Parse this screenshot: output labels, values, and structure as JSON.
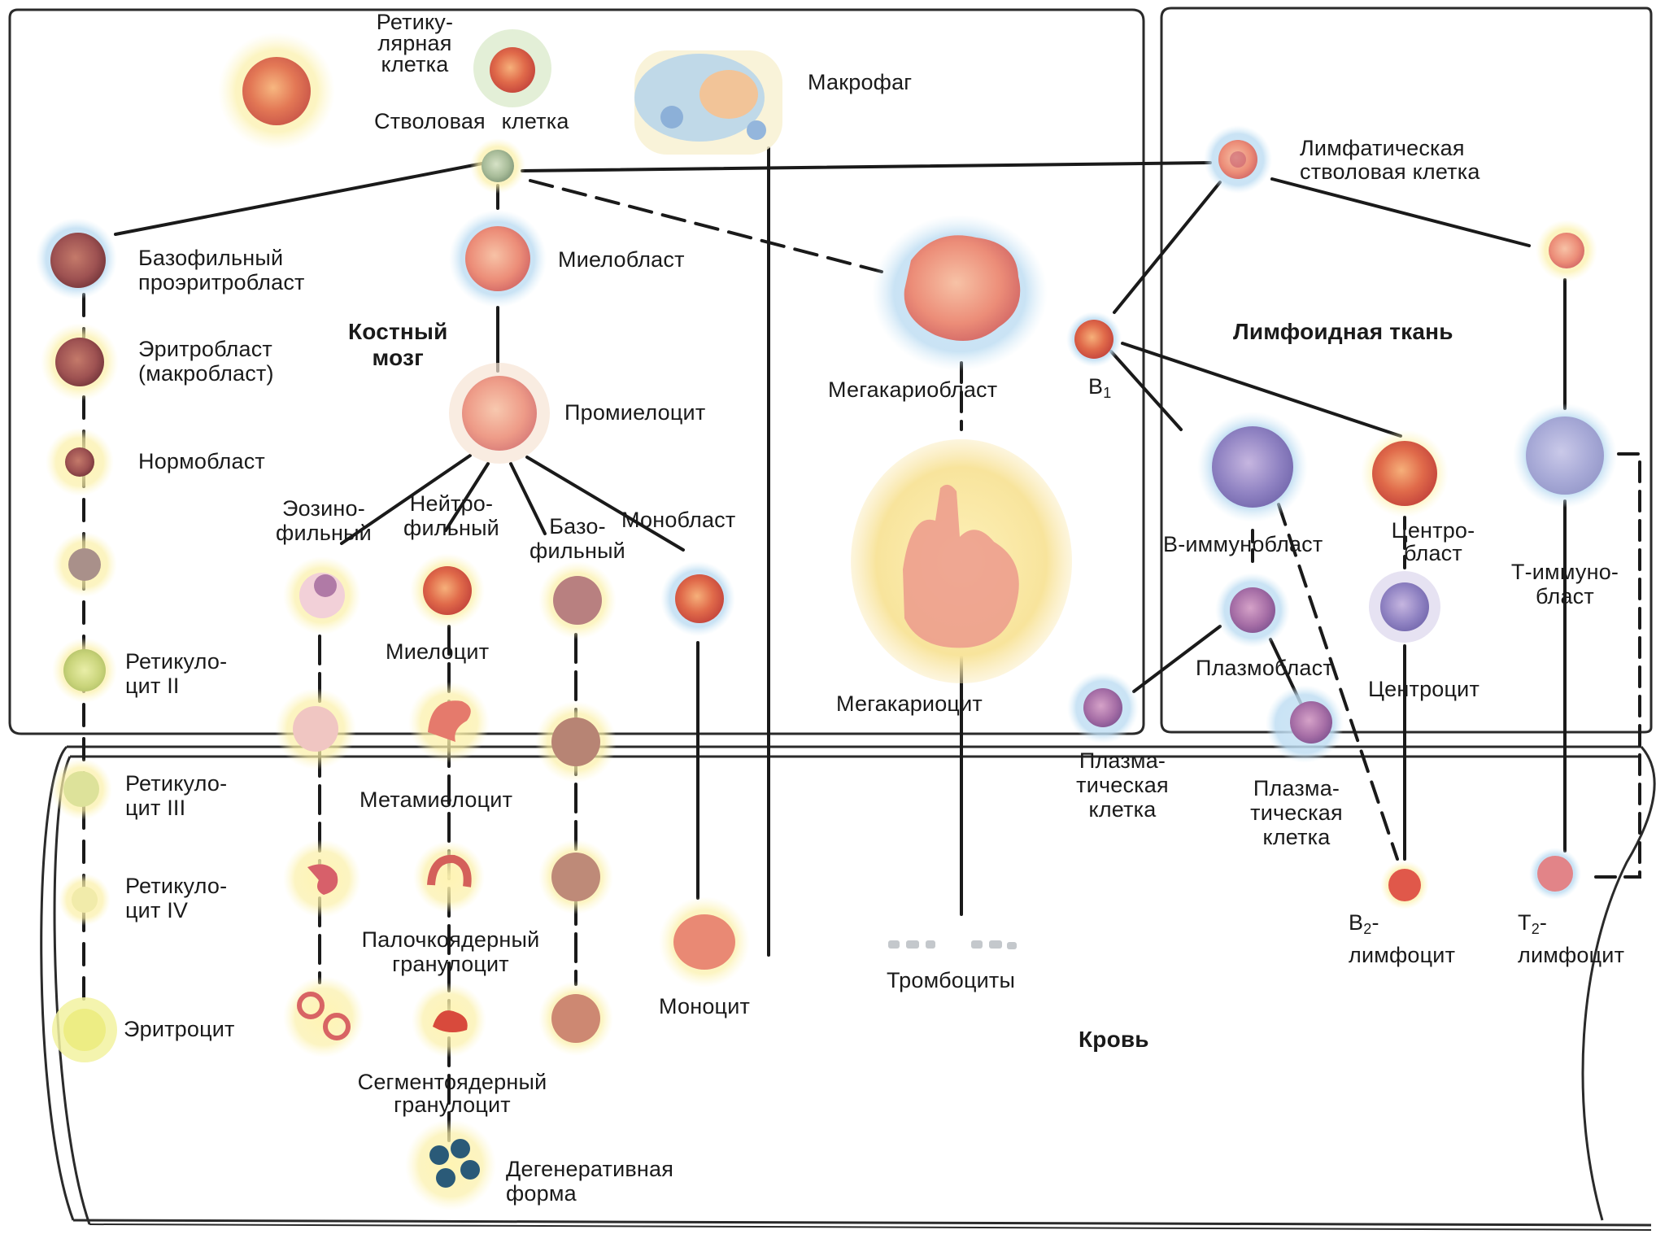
{
  "regions": {
    "bone_marrow": [
      "Костный",
      "мозг"
    ],
    "lymphoid": "Лимфоидная ткань",
    "blood": "Кровь"
  },
  "cells": {
    "reticular": [
      "Ретику-",
      "лярная",
      "клетка"
    ],
    "stem": "Стволовая клетка",
    "macrophage": "Макрофаг",
    "lymph_stem": [
      "Лимфатическая",
      "стволовая клетка"
    ],
    "basophilic_proerythroblast": [
      "Базофильный",
      "проэритробласт"
    ],
    "myeloblast": "Миелобласт",
    "megakaryoblast": "Мегакариобласт",
    "erythroblast": [
      "Эритробласт",
      "(макробласт)"
    ],
    "normoblast": "Нормобласт",
    "promyelocyte": "Промиелоцит",
    "b1_main": "B",
    "b1_sub": "1",
    "eosinophilic": [
      "Эозино-",
      "фильный"
    ],
    "neutrophilic": [
      "Нейтро-",
      "фильный"
    ],
    "basophilic": [
      "Базо-",
      "фильный"
    ],
    "monoblast": "Монобласт",
    "b_immunoblast": "В-иммунобласт",
    "centroblast": [
      "Центро-",
      "бласт"
    ],
    "t_immunoblast": [
      "Т-иммуно-",
      "бласт"
    ],
    "myelocyte": "Миелоцит",
    "reticulocyte_2": [
      "Ретикуло-",
      "цит II"
    ],
    "plasmoblast": "Плазмобласт",
    "centrocyte": "Центроцит",
    "megakaryocyte": "Мегакариоцит",
    "reticulocyte_3": [
      "Ретикуло-",
      "цит III"
    ],
    "metamyelocyte": "Метамиелоцит",
    "plasma_cell_1": [
      "Плазма-",
      "тическая",
      "клетка"
    ],
    "plasma_cell_2": [
      "Плазма-",
      "тическая",
      "клетка"
    ],
    "reticulocyte_4": [
      "Ретикуло-",
      "цит IV"
    ],
    "band_granulocyte": [
      "Палочкоядерный",
      "гранулоцит"
    ],
    "b2_main": "B",
    "b2_sub": "2",
    "b2_rest": "лимфоцит",
    "t2_main": "T",
    "t2_sub": "2",
    "t2_rest": "лимфоцит",
    "monocyte": "Моноцит",
    "thrombocytes": "Тромбоциты",
    "erythrocyte": "Эритроцит",
    "segmented_granulocyte": [
      "Сегментоядерный",
      "гранулоцит"
    ],
    "degenerative": [
      "Дегенеративная",
      "форма"
    ]
  }
}
